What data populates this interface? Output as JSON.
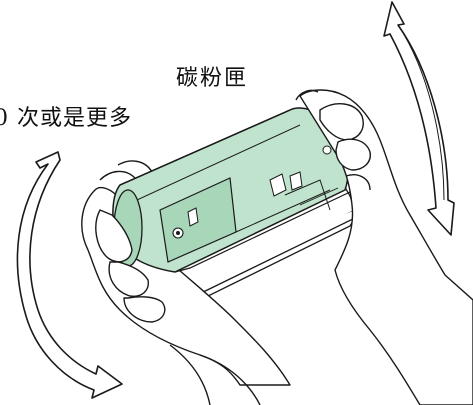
{
  "labels": {
    "cartridge": "碳粉匣",
    "repeat": "0 次或是更多"
  },
  "colors": {
    "cartridge_fill": "#bfe3cc",
    "line": "#1a1a1a",
    "background": "#ffffff"
  },
  "icons": {
    "left_arrow": "double-headed-curved-arrow",
    "right_arrow": "double-headed-curved-arrow"
  }
}
